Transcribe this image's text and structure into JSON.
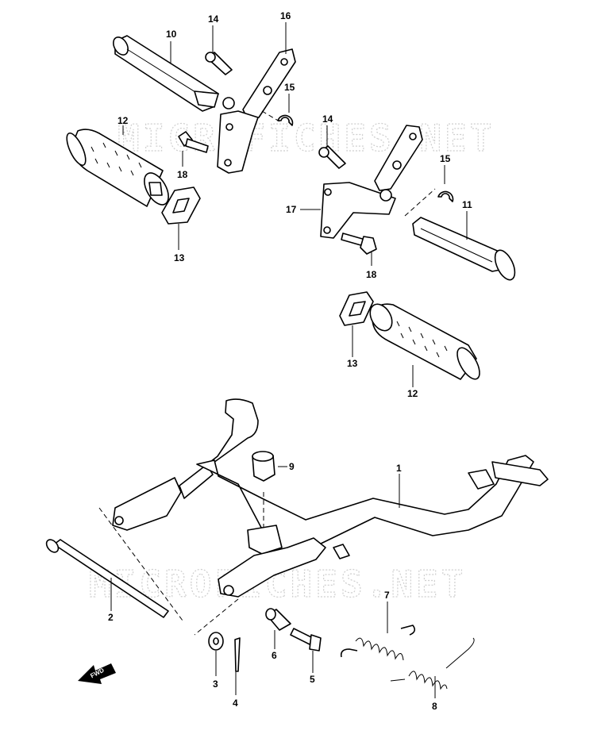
{
  "watermarks": [
    "MICROFICHES.NET",
    "MICROFICHES.NET"
  ],
  "fwd_label": "FWD",
  "callouts": {
    "p1": "1",
    "p2": "2",
    "p3": "3",
    "p4": "4",
    "p5": "5",
    "p6": "6",
    "p7": "7",
    "p8": "8",
    "p9": "9",
    "p10": "10",
    "p11": "11",
    "p12a": "12",
    "p12b": "12",
    "p13a": "13",
    "p13b": "13",
    "p14a": "14",
    "p14b": "14",
    "p15a": "15",
    "p15b": "15",
    "p16": "16",
    "p17": "17",
    "p18a": "18",
    "p18b": "18"
  }
}
